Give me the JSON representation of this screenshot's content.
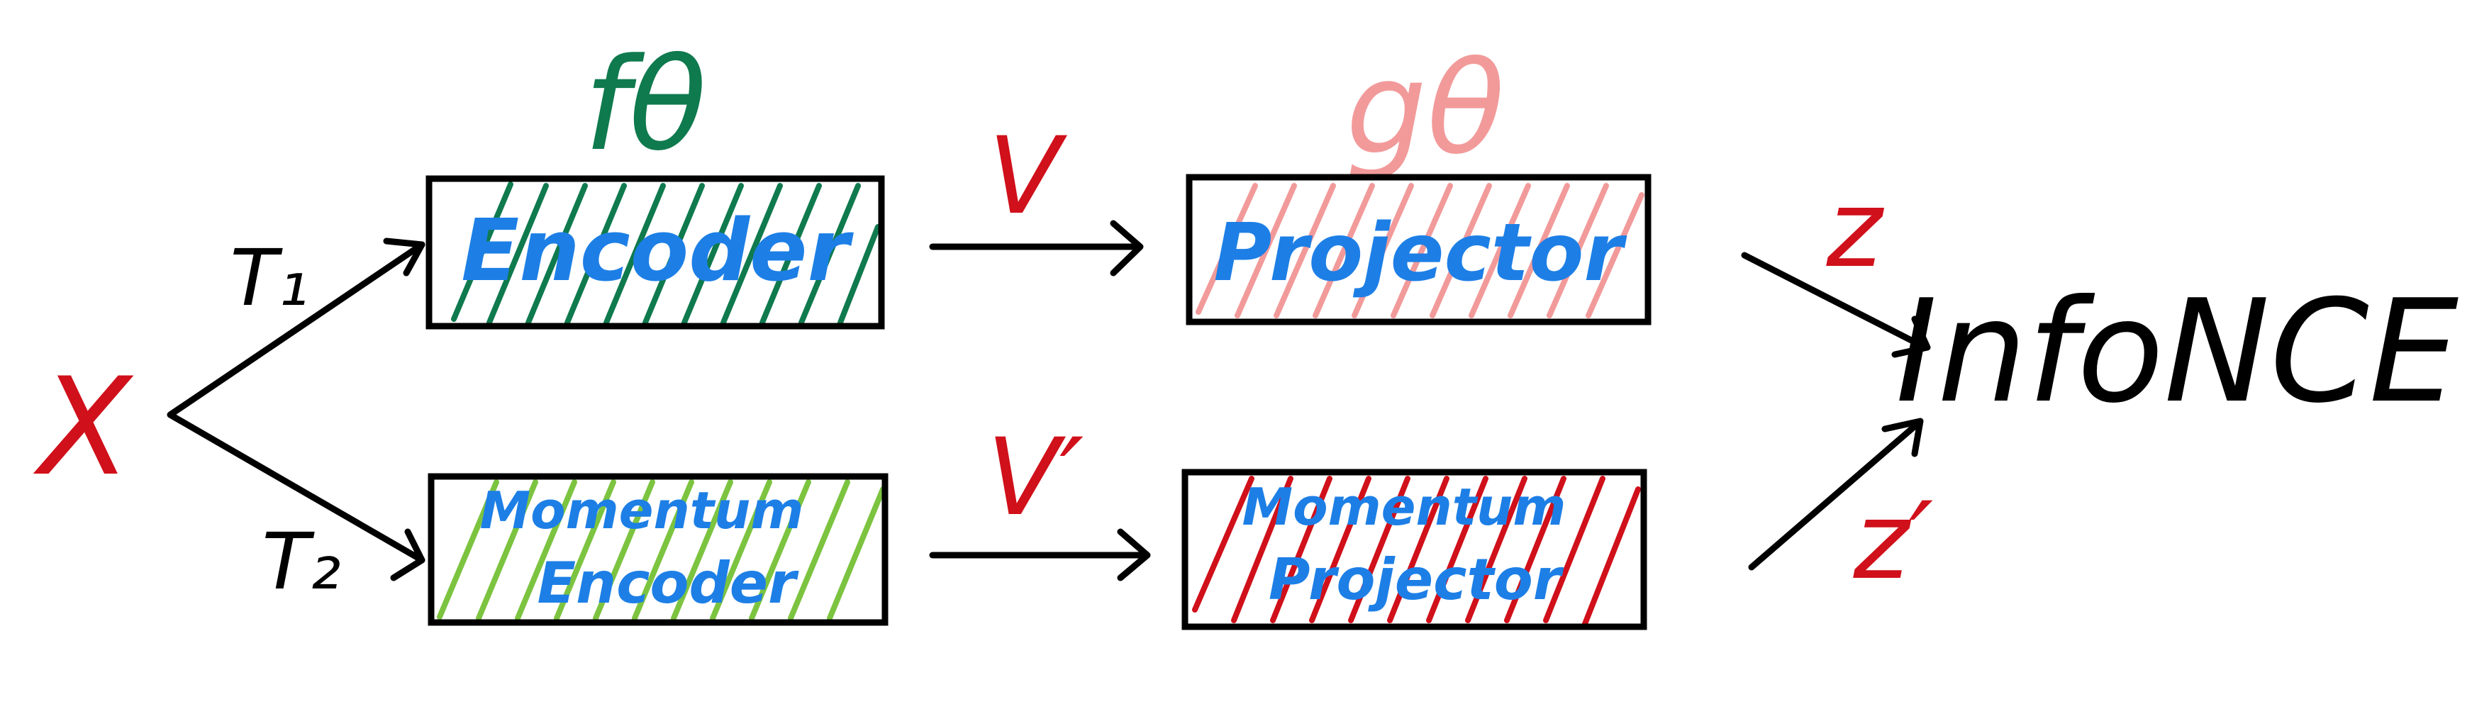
{
  "colors": {
    "stroke": "#000000",
    "input_red": "#d0101a",
    "encoder_hatch": "#0f7a4e",
    "momentum_encoder_hatch": "#7cc440",
    "projector_hatch": "#f29a9a",
    "momentum_projector_hatch": "#d0101a",
    "label_blue": "#1d7fe6",
    "f_theta": "#0f7a4e",
    "g_theta": "#f29a9a",
    "vector_red": "#d0101a"
  },
  "input": {
    "label": "X",
    "icon": "branch-fork"
  },
  "transforms": {
    "top": "T₁",
    "bottom": "T₂"
  },
  "top_branch": {
    "encoder_symbol": "fθ",
    "encoder_label": "Encoder",
    "vector_label": "V",
    "projector_symbol": "gθ",
    "projector_label": "Projector",
    "output_label": "z"
  },
  "bottom_branch": {
    "encoder_label_line1": "Momentum",
    "encoder_label_line2": "Encoder",
    "vector_label": "V′",
    "projector_label_line1": "Momentum",
    "projector_label_line2": "Projector",
    "output_label": "z′"
  },
  "loss": {
    "label": "InfoNCE"
  }
}
